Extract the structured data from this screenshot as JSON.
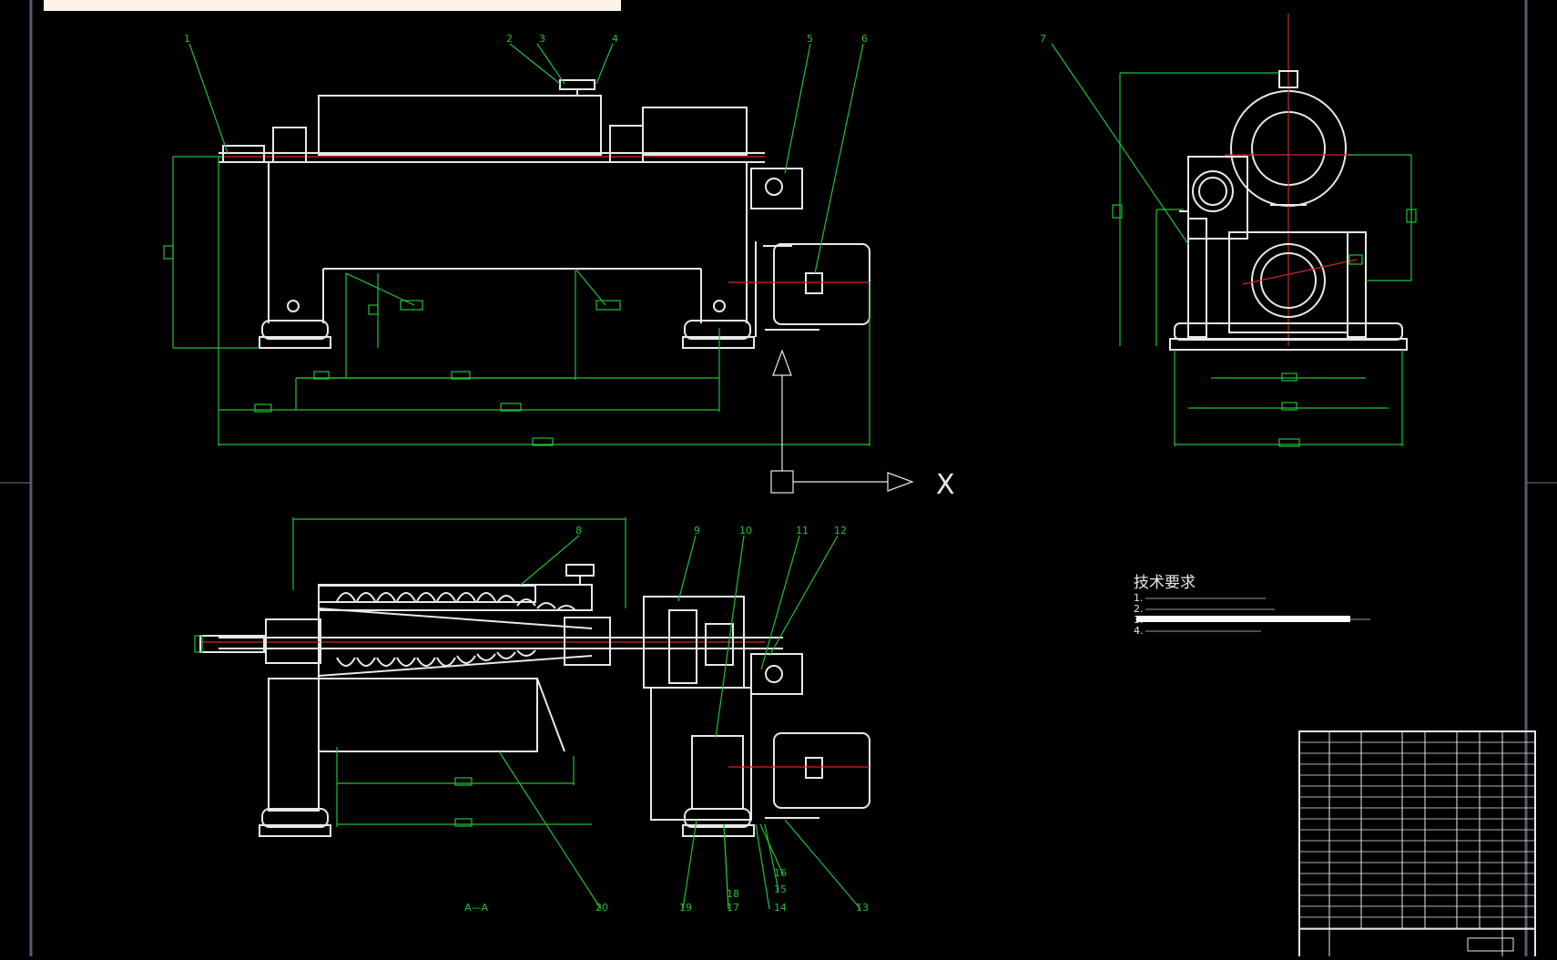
{
  "toolbar_strip_color": "#fff3e8",
  "colors": {
    "background": "#000000",
    "geometry": "#e8e8e8",
    "dimensions": "#22c03a",
    "centerlines": "#d02828"
  },
  "balloons_top": [
    "1",
    "2",
    "3",
    "4",
    "5",
    "6",
    "7"
  ],
  "balloons_bottom": [
    "8",
    "9",
    "10",
    "11",
    "12",
    "20",
    "19",
    "18",
    "17",
    "16",
    "15",
    "14",
    "13"
  ],
  "axis_label": "X",
  "section_label": "A—A",
  "tech_requirements": {
    "title": "技术要求",
    "items": [
      "1.",
      "2.",
      "3.",
      "4."
    ]
  }
}
